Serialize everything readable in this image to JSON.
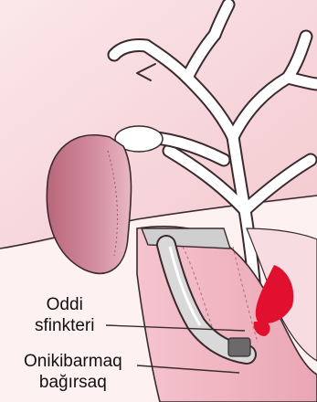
{
  "labels": {
    "sphincter_line1": "Oddi",
    "sphincter_line2": "sfinkteri",
    "duodenum_line1": "Onikibarmaq",
    "duodenum_line2": "bağırsaq"
  },
  "colors": {
    "background": "#fdf1f2",
    "liver": "#f7d9dd",
    "gallbladder": "#c77a8c",
    "ducts": "#ffffff",
    "duodenum": "#f2b8c3",
    "endoscope": "#d9d9d9",
    "blood": "#e0102e",
    "outline": "#3a2a2e"
  }
}
